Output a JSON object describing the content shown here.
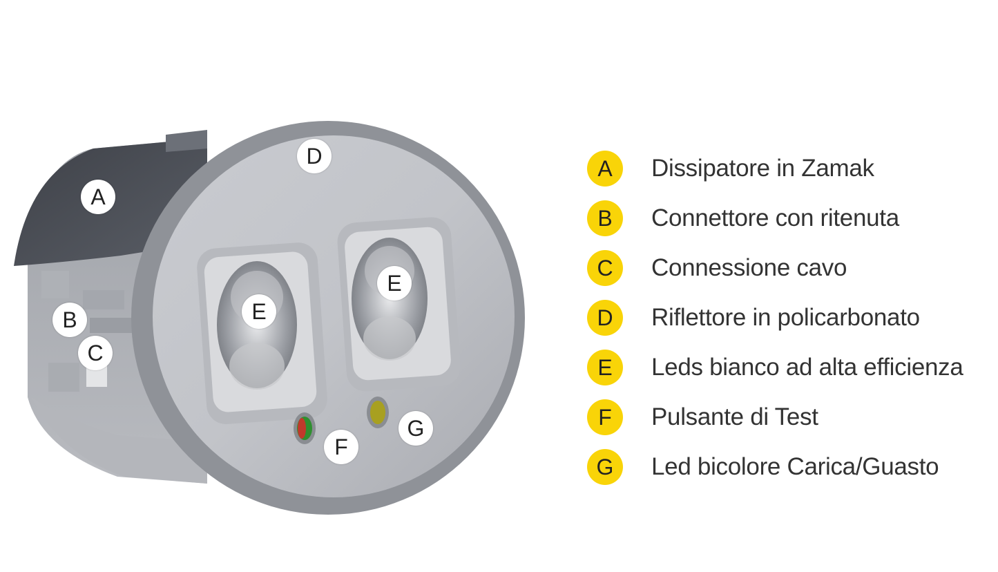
{
  "colors": {
    "badge": "#f9d408",
    "legend_text": "#333333",
    "led_green": "#2f8f2f",
    "led_red": "#c0392b",
    "led_yellow": "#a8a020"
  },
  "callouts": {
    "a": "A",
    "b": "B",
    "c": "C",
    "d": "D",
    "e1": "E",
    "e2": "E",
    "f": "F",
    "g": "G"
  },
  "legend": [
    {
      "letter": "A",
      "text": "Dissipatore in Zamak"
    },
    {
      "letter": "B",
      "text": "Connettore con ritenuta"
    },
    {
      "letter": "C",
      "text": "Connessione cavo"
    },
    {
      "letter": "D",
      "text": "Riflettore in policarbonato"
    },
    {
      "letter": "E",
      "text": "Leds bianco ad alta efficienza"
    },
    {
      "letter": "F",
      "text": "Pulsante di Test"
    },
    {
      "letter": "G",
      "text": "Led bicolore Carica/Guasto"
    }
  ]
}
